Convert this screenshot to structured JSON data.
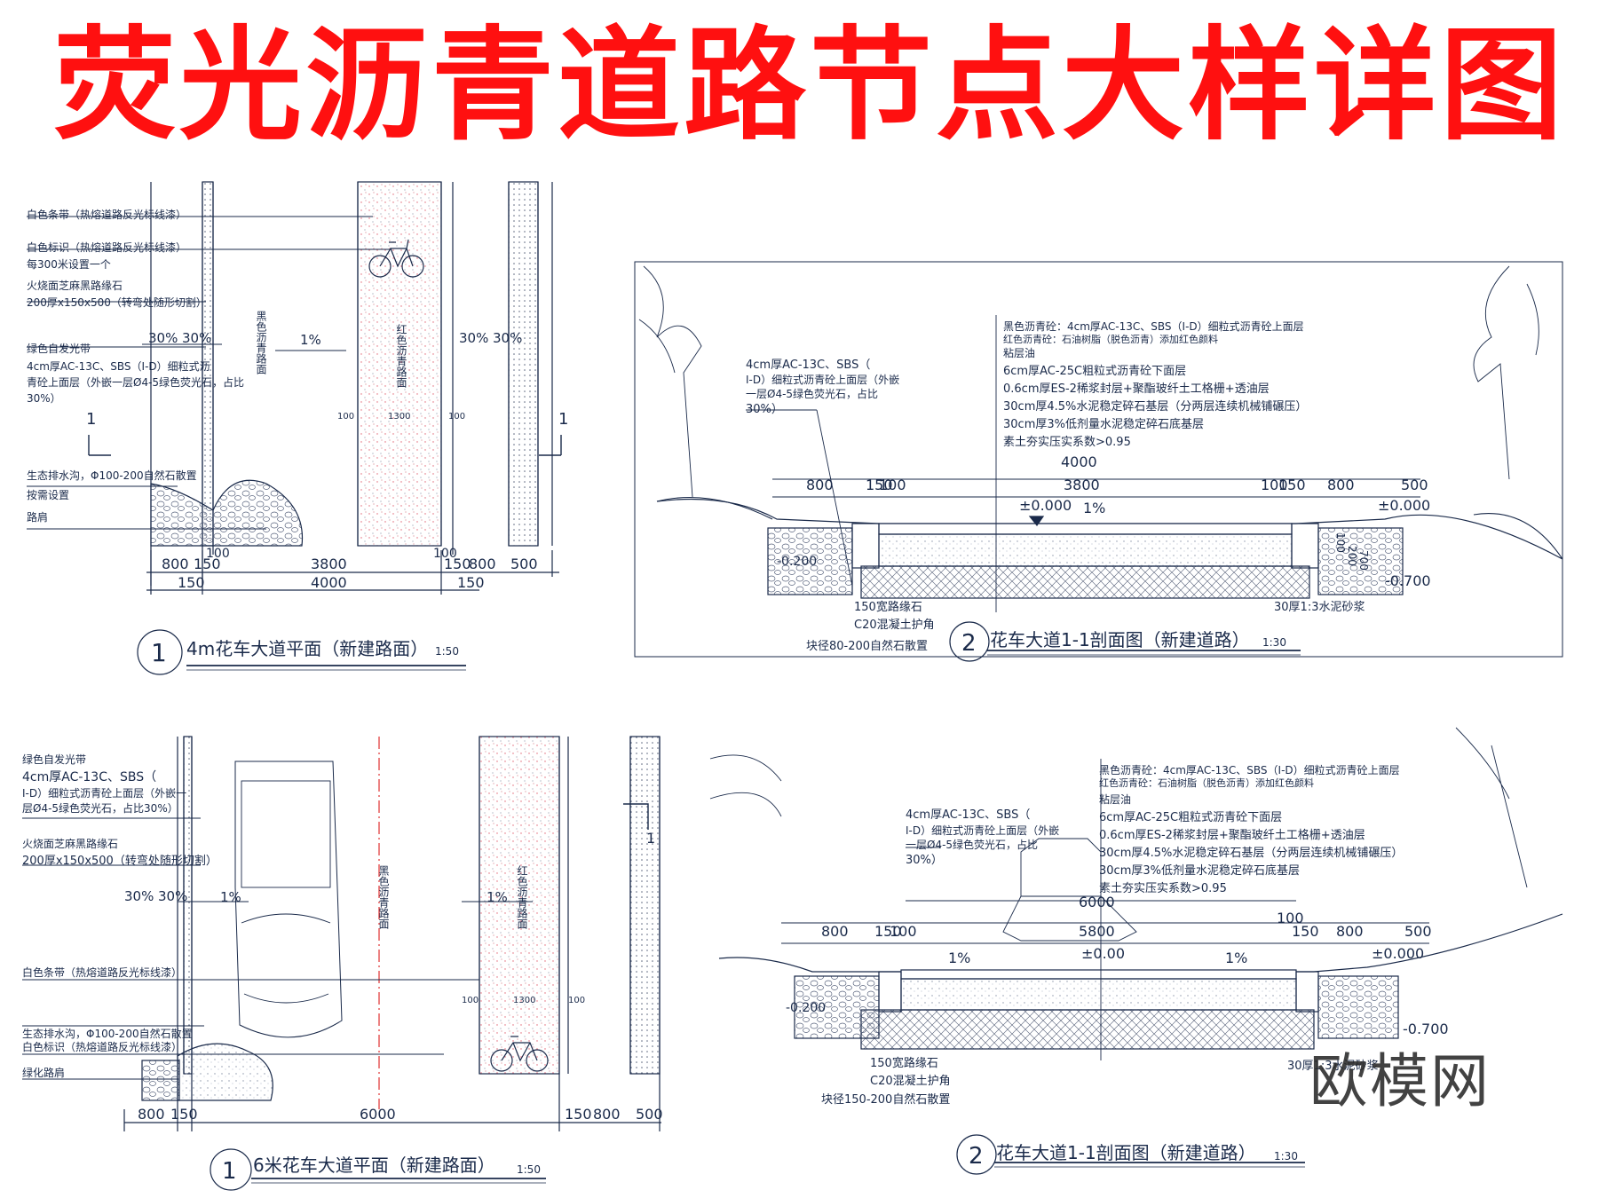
{
  "title": "荧光沥青道路节点大样详图",
  "watermark": "欧模网",
  "colors": {
    "title": "#ff1010",
    "line": "#1a2a4a",
    "red_dash": "#e03030",
    "blue_stroke": "#3060a0"
  },
  "panel1": {
    "heading": "4m花车大道平面（新建路面）",
    "number": "1",
    "scale": "1:50",
    "notes": [
      "白色条带（热熔道路反光标线漆）",
      "白色标识（热熔道路反光标线漆）",
      "每300米设置一个",
      "火烧面芝麻黑路缘石",
      "200厚x150x500（转弯处随形切割）",
      "绿色自发光带",
      "4cm厚AC-13C、SBS（I-D）细粒式沥",
      "青砼上面层（外嵌一层Ø4-5绿色荧光石，占比",
      "30%）",
      "生态排水沟，Φ100-200自然石散置",
      "按需设置",
      "路肩"
    ],
    "slopes": [
      "30%",
      "30%",
      "1%",
      "30%",
      "30%"
    ],
    "lane_labels": [
      "黑色沥青路面",
      "红色沥青路面"
    ],
    "section_mark": "1",
    "dims_top": [
      "800",
      "150",
      "100",
      "3800",
      "100",
      "150",
      "800",
      "500"
    ],
    "dims_bottom": [
      "150",
      "4000",
      "150"
    ],
    "inner_dims": [
      "100",
      "1300",
      "100"
    ]
  },
  "panel2": {
    "heading": "花车大道1-1剖面图（新建道路）",
    "number": "2",
    "scale": "1:30",
    "layers": [
      "黑色沥青砼：4cm厚AC-13C、SBS（I-D）细粒式沥青砼上面层",
      "红色沥青砼：石油树脂（脱色沥青）添加红色颜料",
      "粘层油",
      "6cm厚AC-25C粗粒式沥青砼下面层",
      "0.6cm厚ES-2稀浆封层+聚酯玻纤土工格栅+透油层",
      "30cm厚4.5%水泥稳定碎石基层（分两层连续机械铺碾压）",
      "30cm厚3%低剂量水泥稳定碎石底基层",
      "素土夯实压实系数>0.95"
    ],
    "left_note": [
      "4cm厚AC-13C、SBS（",
      "I-D）细粒式沥青砼上面层（外嵌",
      "一层Ø4-5绿色荧光石，占比",
      "30%）"
    ],
    "dims": [
      "4000",
      "800",
      "150",
      "100",
      "3800",
      "100",
      "150",
      "800",
      "500"
    ],
    "levels": [
      "±0.000",
      "1%",
      "±0.000",
      "-0.200",
      "-0.700"
    ],
    "vertical_dims": [
      "100",
      "100",
      "200",
      "700",
      "100"
    ],
    "bottom_notes": [
      "150宽路缘石",
      "C20混凝土护角",
      "块径80-200自然石散置",
      "30厚1:3水泥砂浆"
    ]
  },
  "panel3": {
    "heading": "6米花车大道平面（新建路面）",
    "number": "1",
    "scale": "1:50",
    "notes": [
      "绿色自发光带",
      "4cm厚AC-13C、SBS（",
      "I-D）细粒式沥青砼上面层（外嵌一",
      "层Ø4-5绿色荧光石，占比30%）",
      "火烧面芝麻黑路缘石",
      "200厚x150x500（转弯处随形切割）",
      "白色条带（热熔道路反光标线漆）",
      "生态排水沟，Φ100-200自然石散置",
      "白色标识（热熔道路反光标线漆）",
      "绿化路肩"
    ],
    "slopes": [
      "30%",
      "30%",
      "1%",
      "1%"
    ],
    "lane_labels": [
      "黑色沥青路面",
      "红色沥青路面"
    ],
    "section_mark": "1",
    "dims": [
      "800",
      "150",
      "6000",
      "150",
      "800",
      "500"
    ],
    "inner_dims": [
      "100",
      "1300",
      "100"
    ]
  },
  "panel4": {
    "heading": "花车大道1-1剖面图（新建道路）",
    "number": "2",
    "scale": "1:30",
    "layers": [
      "黑色沥青砼：4cm厚AC-13C、SBS（I-D）细粒式沥青砼上面层",
      "红色沥青砼：石油树脂（脱色沥青）添加红色颜料",
      "粘层油",
      "6cm厚AC-25C粗粒式沥青砼下面层",
      "0.6cm厚ES-2稀浆封层+聚酯玻纤土工格栅+透油层",
      "30cm厚4.5%水泥稳定碎石基层（分两层连续机械铺碾压）",
      "30cm厚3%低剂量水泥稳定碎石底基层",
      "素土夯实压实系数>0.95"
    ],
    "left_note": [
      "4cm厚AC-13C、SBS（",
      "I-D）细粒式沥青砼上面层（外嵌",
      "一层Ø4-5绿色荧光石，占比",
      "30%）"
    ],
    "dims": [
      "6000",
      "800",
      "150",
      "100",
      "5800",
      "100",
      "150",
      "800",
      "500"
    ],
    "levels": [
      "±0.00",
      "1%",
      "1%",
      "±0.000",
      "-0.200",
      "-0.700"
    ],
    "bottom_notes": [
      "150宽路缘石",
      "C20混凝土护角",
      "块径150-200自然石散置",
      "30厚1:3水泥砂浆"
    ]
  }
}
